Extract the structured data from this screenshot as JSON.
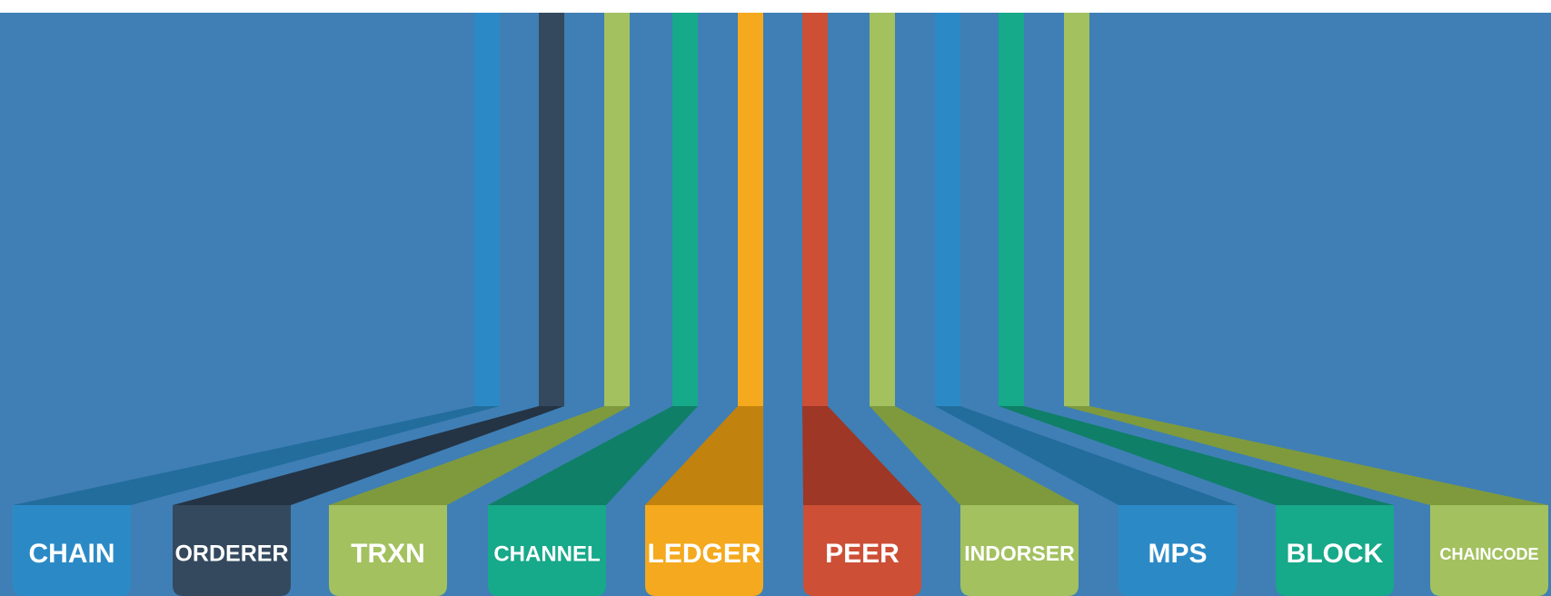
{
  "background": {
    "top_strip": "#ffffff",
    "canvas": "#3f7fb5"
  },
  "tiles": [
    {
      "label": "CHAIN",
      "color": "#2b8ac6",
      "shade": "#236d9d"
    },
    {
      "label": "ORDERER",
      "color": "#34495e",
      "shade": "#243445"
    },
    {
      "label": "TRXN",
      "color": "#a3c15f",
      "shade": "#7e9a3d"
    },
    {
      "label": "CHANNEL",
      "color": "#16a98a",
      "shade": "#0f7f67"
    },
    {
      "label": "LEDGER",
      "color": "#f4a91f",
      "shade": "#c2820e"
    },
    {
      "label": "PEER",
      "color": "#cc4f36",
      "shade": "#9e3725"
    },
    {
      "label": "INDORSER",
      "color": "#a3c15f",
      "shade": "#7e9a3d"
    },
    {
      "label": "MPS",
      "color": "#2b8ac6",
      "shade": "#236d9d"
    },
    {
      "label": "BLOCK",
      "color": "#16a98a",
      "shade": "#0f7f67"
    },
    {
      "label": "CHAINCODE",
      "color": "#a3c15f",
      "shade": "#7e9a3d"
    }
  ]
}
